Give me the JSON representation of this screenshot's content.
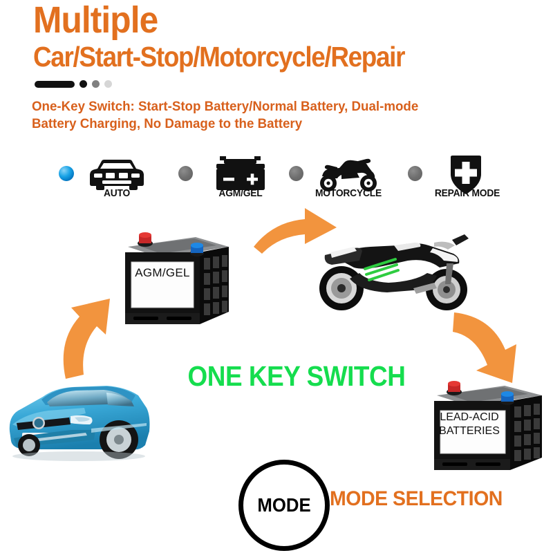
{
  "header": {
    "line1": "Multiple",
    "line2": "Car/Start-Stop/Motorcycle/Repair",
    "accent_color": "#E2701F"
  },
  "pagination": {
    "active_label": "slide-1",
    "dots": [
      "active-pill",
      "dot-dark",
      "dot-gray",
      "dot-light"
    ]
  },
  "subtitle": {
    "line1": "One-Key Switch: Start-Stop Battery/Normal Battery, Dual-mode",
    "line2": "Battery Charging, No Damage to the Battery",
    "color": "#D8601C"
  },
  "mode_selector": {
    "active_index": 0,
    "active_led_color": "#19A3E6",
    "inactive_led_color": "#6F6F6F",
    "modes": [
      {
        "label": "AUTO",
        "icon": "car-front-icon",
        "state": "on"
      },
      {
        "label": "AGM/GEL",
        "icon": "battery-icon",
        "state": "off"
      },
      {
        "label": "MOTORCYCLE",
        "icon": "motorcycle-icon",
        "state": "off"
      },
      {
        "label": "REPAIR MODE",
        "icon": "shield-cross-icon",
        "state": "off"
      }
    ]
  },
  "diagram": {
    "center_text": "ONE KEY SWITCH",
    "center_text_color": "#15DD4E",
    "battery_top_label": "AGM/GEL",
    "battery_bottom_label_line1": "LEAD-ACID",
    "battery_bottom_label_line2": "BATTERIES",
    "vehicle_car": "blue-sedan-photo",
    "vehicle_motorcycle": "black-green-sportbike-photo",
    "arrow_color": "#F2943E",
    "arrows": [
      {
        "name": "arrow-car-to-agm-battery",
        "direction": "up-right"
      },
      {
        "name": "arrow-agm-battery-to-motorcycle",
        "direction": "right"
      },
      {
        "name": "arrow-motorcycle-to-lead-acid-battery",
        "direction": "down-left"
      }
    ]
  },
  "mode_badge": {
    "badge_text": "MODE",
    "caption": "MODE SELECTION",
    "caption_color": "#E2701F"
  }
}
